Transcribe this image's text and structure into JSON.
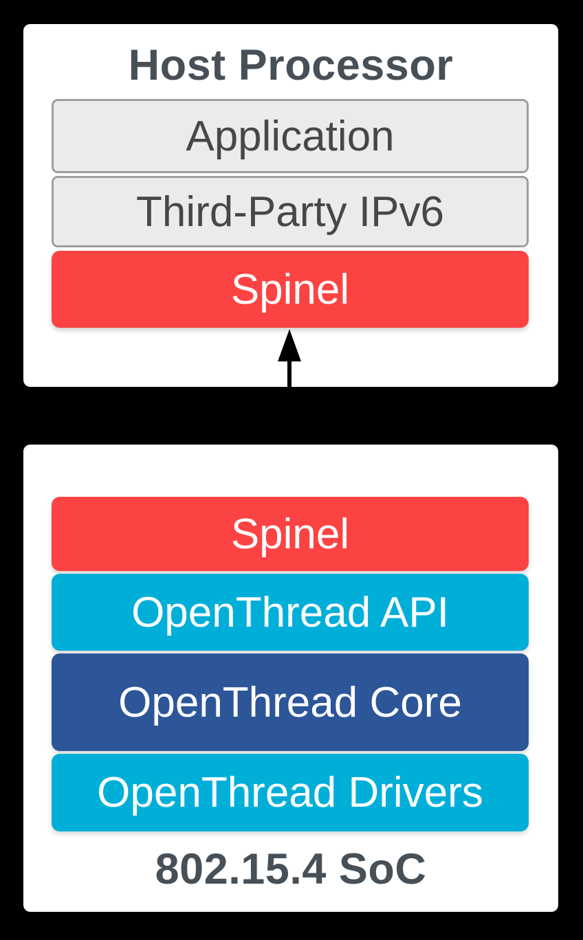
{
  "diagram": {
    "description": "OpenThread NCP architecture diagram: host processor stack connected to an 802.15.4 SoC stack via the Spinel protocol"
  },
  "colors": {
    "background": "#000000",
    "card": "#ffffff",
    "title_text": "#474f57",
    "gray_fill": "#ebebeb",
    "gray_border": "#9e9e9e",
    "gray_text": "#474747",
    "red": "#fc4343",
    "cyan": "#00afd8",
    "blue": "#2d5699",
    "arrow": "#000000"
  },
  "host_card": {
    "title": "Host Processor",
    "layers": [
      {
        "label": "Application",
        "type": "gray"
      },
      {
        "label": "Third-Party IPv6",
        "type": "gray"
      },
      {
        "label": "Spinel",
        "type": "red"
      }
    ]
  },
  "soc_card": {
    "title": "802.15.4 SoC",
    "layers": [
      {
        "label": "Spinel",
        "type": "red"
      },
      {
        "label": "OpenThread API",
        "type": "cyan"
      },
      {
        "label": "OpenThread Core",
        "type": "blue"
      },
      {
        "label": "OpenThread Drivers",
        "type": "cyan"
      }
    ]
  },
  "arrow": {
    "direction": "bidirectional",
    "connects": "Spinel (host) to Spinel (SoC)"
  }
}
